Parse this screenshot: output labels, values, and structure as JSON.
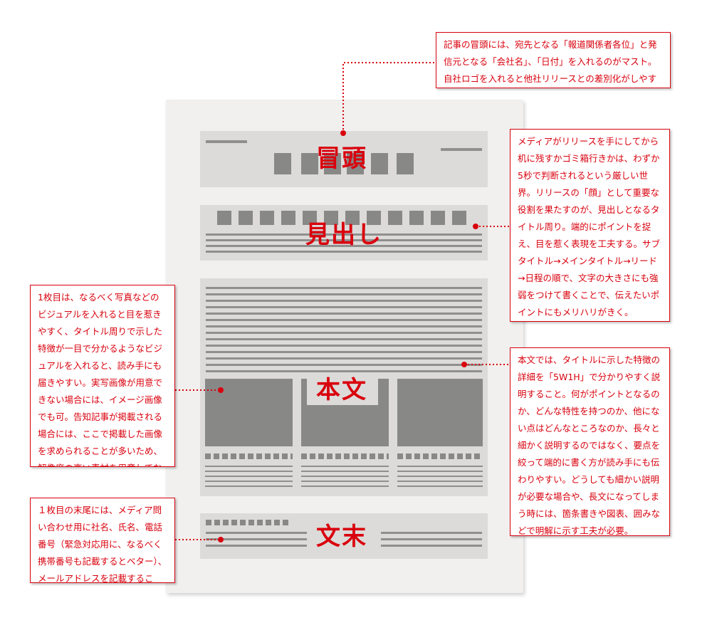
{
  "sections": {
    "header": "冒頭",
    "headline": "見出し",
    "body": "本文",
    "closing": "文末"
  },
  "notes": {
    "header": "記事の冒頭には、宛先となる「報道関係者各位」と発信元となる「会社名」、「日付」を入れるのがマスト。自社ロゴを入れると他社リリースとの差別化がしやすい。",
    "headline": "メディアがリリースを手にしてから机に残すかゴミ箱行きかは、わずか5秒で判断されるという厳しい世界。リリースの「顔」として重要な役割を果たすのが、見出しとなるタイトル周り。端的にポイントを捉え、目を惹く表現を工夫する。サブタイトル→メインタイトル→リード→日程の順で、文字の大きさにも強弱をつけて書くことで、伝えたいポイントにもメリハリがきく。",
    "image": "1枚目は、なるべく写真などのビジュアルを入れると目を惹きやすく、タイトル周りで示した特徴が一目で分かるようなビジュアルを入れると、読み手にも届きやすい。実写画像が用意できない場合には、イメージ画像でも可。告知記事が掲載される場合には、ここで掲載した画像を求められることが多いため、解像度の高い素材を用意しておくこと。",
    "body": "本文では、タイトルに示した特徴の詳細を「5W1H」で分かりやすく説明すること。何がポイントとなるのか、どんな特性を持つのか、他にない点はどんなところなのか、長々と細かく説明するのではなく、要点を絞って端的に書く方が読み手にも伝わりやすい。どうしても細かい説明が必要な場合や、長文になってしまう時には、箇条書きや図表、囲みなどで明解に示す工夫が必要。",
    "closing": "１枚目の末尾には、メディア問い合わせ用に社名、氏名、電話番号（緊急対応用に、なるべく携帯番号も記載するとベター）、メールアドレスを記載すること。"
  },
  "colors": {
    "accent": "#d9000d",
    "block": "#dcdbd9",
    "dark": "#888887",
    "paper": "#f1f0ee"
  }
}
